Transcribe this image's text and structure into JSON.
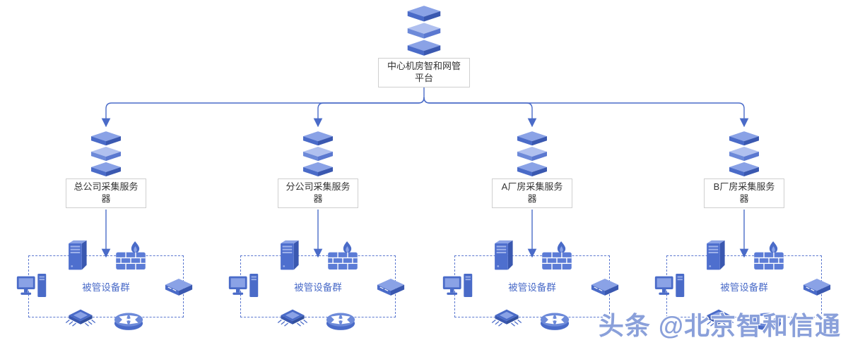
{
  "diagram": {
    "root": {
      "label": "中心机房智和网管平台",
      "icon": "server-stack"
    },
    "branches": [
      {
        "label": "总公司采集服务器",
        "icon": "server-stack"
      },
      {
        "label": "分公司采集服务器",
        "icon": "server-stack"
      },
      {
        "label": "A厂房采集服务器",
        "icon": "server-stack"
      },
      {
        "label": "B厂房采集服务器",
        "icon": "server-stack"
      }
    ],
    "groups": [
      {
        "label": "被管设备群",
        "devices": [
          "server-cabinet",
          "firewall",
          "workstation",
          "network-switch",
          "processor-chip",
          "router"
        ]
      },
      {
        "label": "被管设备群",
        "devices": [
          "server-cabinet",
          "firewall",
          "workstation",
          "network-switch",
          "processor-chip",
          "router"
        ]
      },
      {
        "label": "被管设备群",
        "devices": [
          "server-cabinet",
          "firewall",
          "workstation",
          "network-switch",
          "processor-chip",
          "router"
        ]
      },
      {
        "label": "被管设备群",
        "devices": [
          "server-cabinet",
          "firewall",
          "workstation",
          "network-switch",
          "processor-chip",
          "router"
        ]
      }
    ]
  },
  "watermark": {
    "text": "头条 @北京智和信通"
  },
  "colors": {
    "line": "#4a6bc8",
    "icon_dark": "#3a58b0",
    "icon_mid": "#4a6bc8",
    "icon_light": "#8aa2e6",
    "group_border": "#5b78d0",
    "group_label_text": "#4a6bc8",
    "label_border": "#cfcfcf",
    "label_text": "#333333",
    "watermark": "#8aa0da",
    "background": "#ffffff"
  }
}
